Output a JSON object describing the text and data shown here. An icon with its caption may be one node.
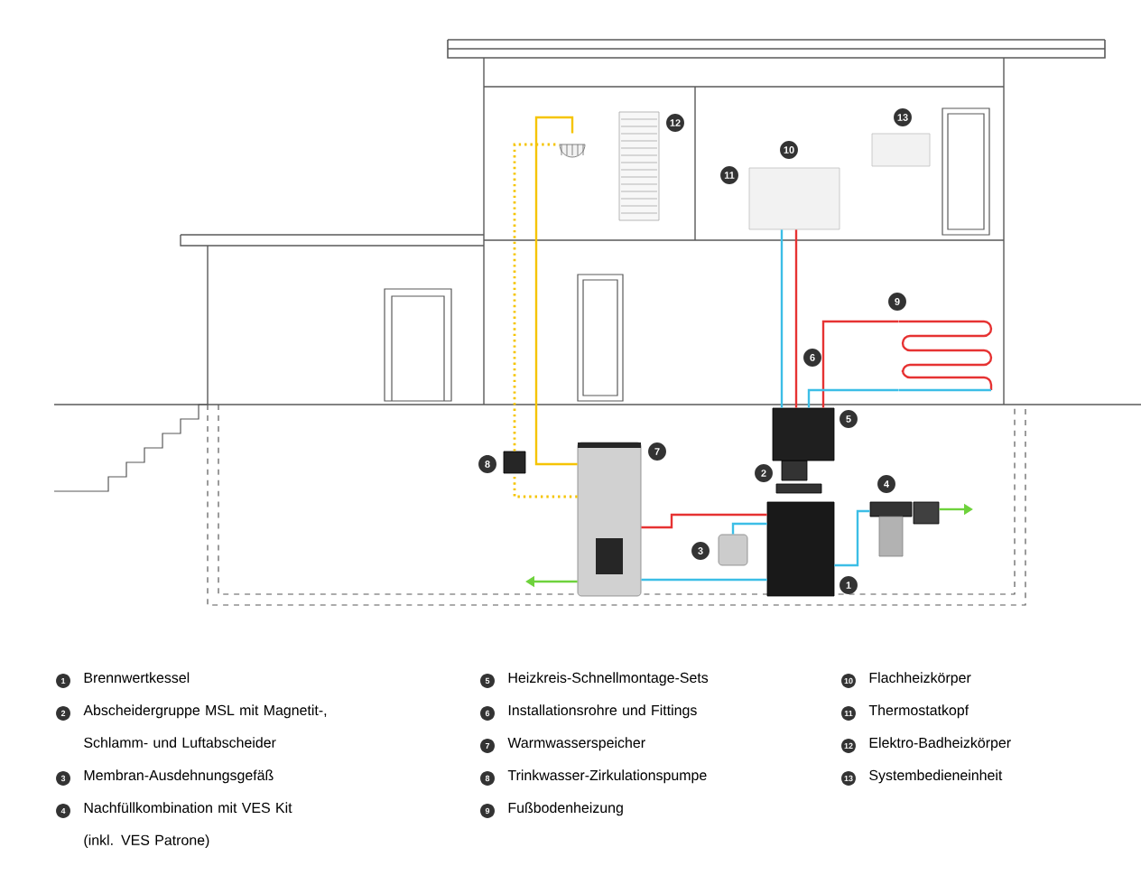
{
  "diagram": {
    "nodes": [
      {
        "text": [],
        "shape": "picture"
      },
      {
        "text": [],
        "shape": "box"
      },
      {
        "text": [],
        "shape": "coil"
      },
      {
        "text": [],
        "shape": "box"
      },
      {
        "text": [],
        "shape": "cylinder"
      },
      {
        "text": [],
        "shape": "box"
      },
      {
        "text": [],
        "shape": "box"
      },
      {
        "text": [],
        "shape": "cylinder"
      },
      {
        "text": [],
        "shape": "picture"
      }
    ],
    "edges": [
      {
        "from": 5,
        "to": 1,
        "arrow": "none"
      },
      {
        "from": 5,
        "to": 1,
        "arrow": "none",
        "color": "#e63232"
      },
      {
        "from": 5,
        "to": 2,
        "arrow": "none",
        "color": "#e63232"
      },
      {
        "from": 2,
        "to": 5,
        "arrow": "none"
      },
      {
        "from": 4,
        "to": 6,
        "arrow": "none",
        "color": "#e63232"
      },
      {
        "from": 4,
        "to": 6,
        "arrow": "none"
      },
      {
        "from": 7,
        "to": 6,
        "arrow": "none"
      },
      {
        "from": 8,
        "to": 6,
        "arrow": "none"
      },
      {
        "from": 4,
        "to": 0,
        "arrow": "none",
        "color": "#f5c400"
      },
      {
        "from": 4,
        "to": 3,
        "arrow": "none",
        "style": "dashed",
        "color": "#f5c400"
      },
      {
        "from": 3,
        "to": 0,
        "arrow": "none",
        "style": "dashed",
        "color": "#f5c400"
      },
      {
        "from": 4,
        "to": null,
        "arrow": "to",
        "color": "#6ed23c"
      },
      {
        "from": 8,
        "to": null,
        "arrow": "to",
        "color": "#6ed23c"
      }
    ],
    "labels": [
      "12",
      "13",
      "10",
      "11",
      "9",
      "6",
      "5",
      "7",
      "8",
      "2",
      "4",
      "3",
      "1",
      "1",
      "Brennwertkessel",
      "2",
      "Abscheidergruppe MSL mit Magnetit-, Schlamm- und Luftabscheider",
      "3",
      "Membran-Ausdehnungsgefäß",
      "4",
      "Nachfüllkombination mit VES Kit (inkl. VES Patrone)",
      "5",
      "Heizkreis-Schnellmontage-Sets",
      "6",
      "Installationsrohre und Fittings",
      "7",
      "Warmwasserspeicher",
      "8",
      "Trinkwasser-Zirkulationspumpe",
      "9",
      "Fußbodenheizung",
      "10",
      "Flachheizkörper",
      "11",
      "Thermostatkopf",
      "12",
      "Elektro-Badheizkörper",
      "13",
      "Systembedieneinheit"
    ]
  }
}
